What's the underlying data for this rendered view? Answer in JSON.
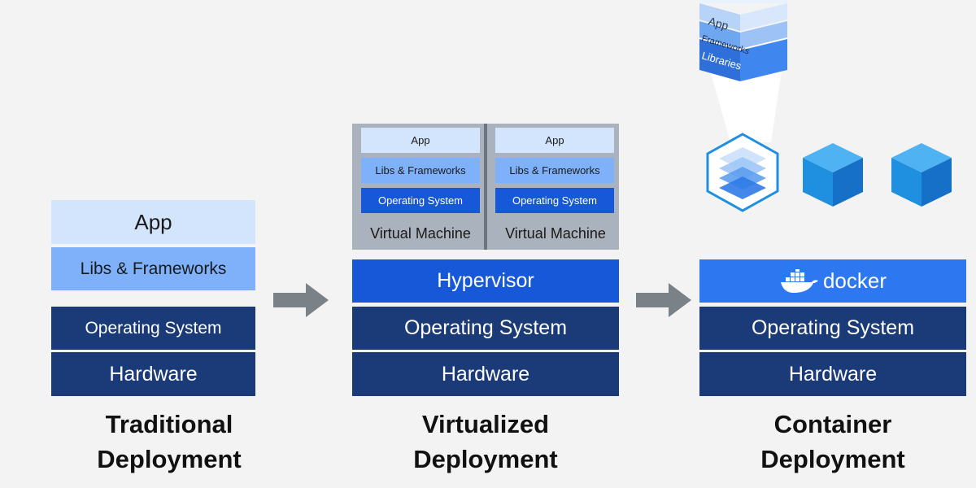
{
  "traditional": {
    "app": "App",
    "libs": "Libs & Frameworks",
    "os": "Operating System",
    "hardware": "Hardware",
    "caption_line1": "Traditional",
    "caption_line2": "Deployment"
  },
  "virtualized": {
    "vm1": {
      "app": "App",
      "libs": "Libs & Frameworks",
      "os": "Operating System",
      "label": "Virtual Machine"
    },
    "vm2": {
      "app": "App",
      "libs": "Libs & Frameworks",
      "os": "Operating System",
      "label": "Virtual Machine"
    },
    "hypervisor": "Hypervisor",
    "os": "Operating System",
    "hardware": "Hardware",
    "caption_line1": "Virtualized",
    "caption_line2": "Deployment"
  },
  "container": {
    "stack": {
      "app": "App",
      "frameworks": "Frameworks",
      "libraries": "Libraries"
    },
    "docker": "docker",
    "os": "Operating System",
    "hardware": "Hardware",
    "caption_line1": "Container",
    "caption_line2": "Deployment"
  },
  "colors": {
    "background": "#f3f3f3",
    "dark_navy": "#1a3a78",
    "blue": "#1758d8",
    "docker_blue": "#2d77f0",
    "light_blue": "#d3e4fd",
    "mid_blue": "#7fb1fb",
    "arrow_gray": "#7a8288",
    "cube_blue": "#1f8fe0"
  },
  "icons": [
    "arrow-right-icon",
    "container-cube-icon",
    "docker-whale-icon",
    "layer-stack-icon"
  ]
}
